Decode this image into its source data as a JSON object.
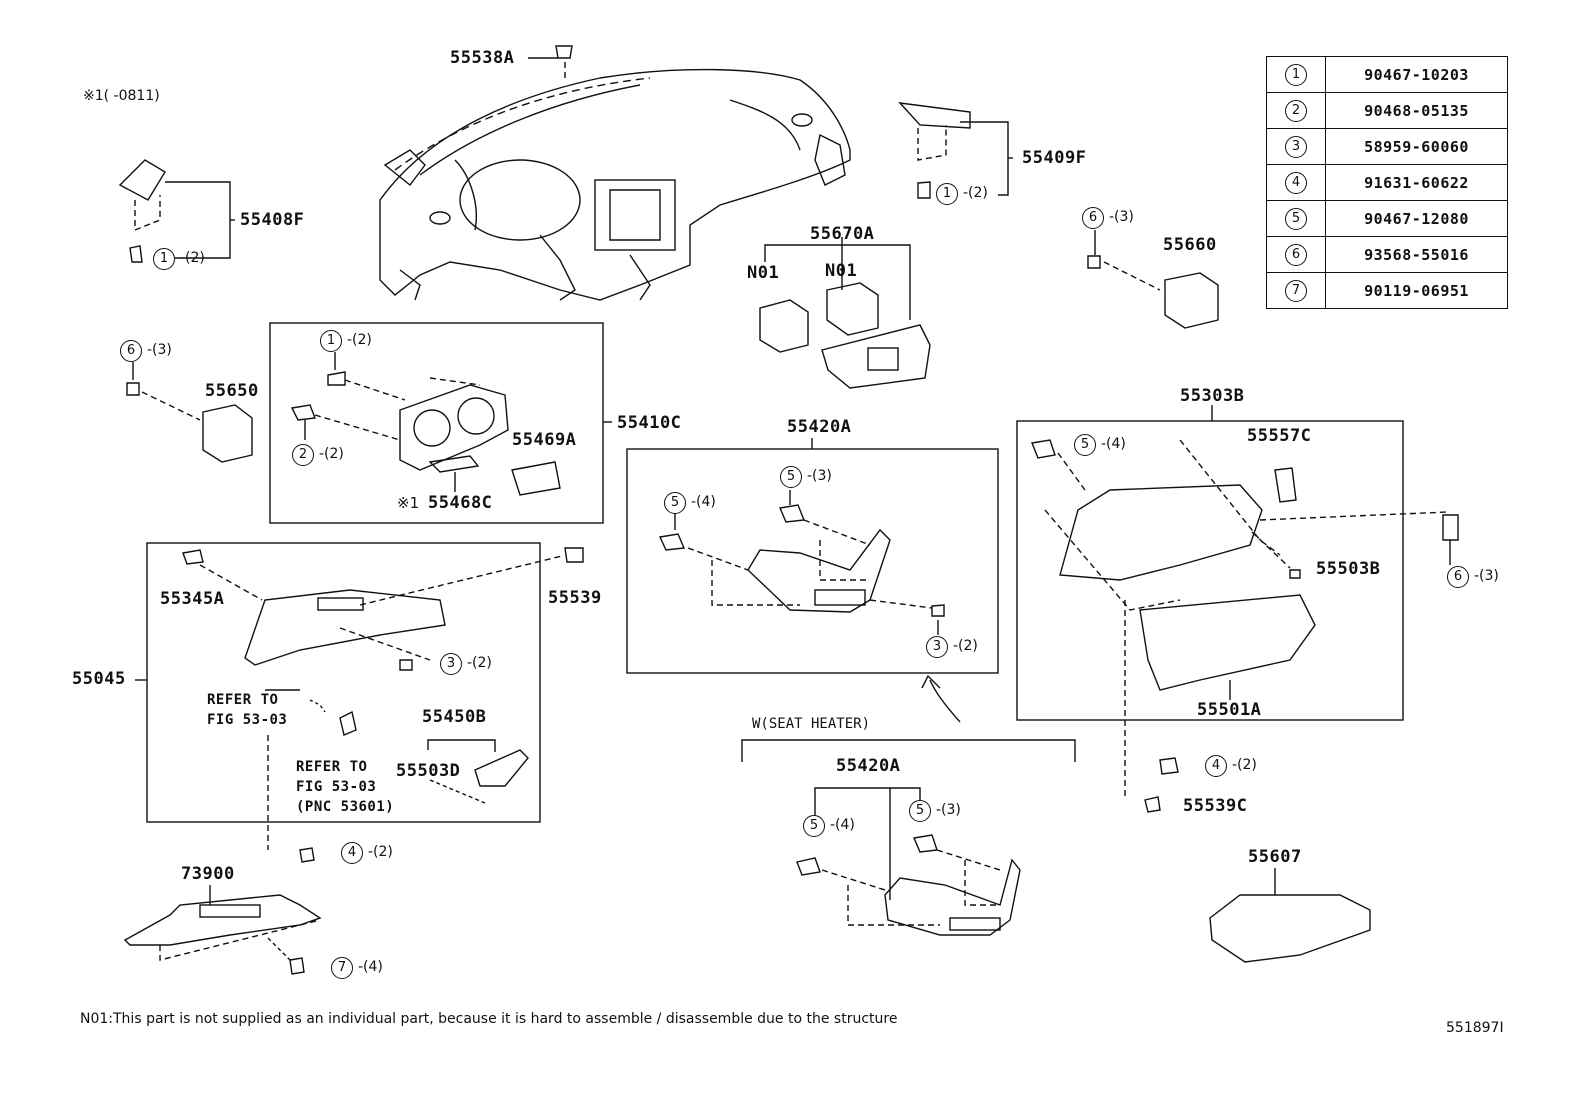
{
  "legend": [
    {
      "key": "1",
      "part": "90467-10203"
    },
    {
      "key": "2",
      "part": "90468-05135"
    },
    {
      "key": "3",
      "part": "58959-60060"
    },
    {
      "key": "4",
      "part": "91631-60622"
    },
    {
      "key": "5",
      "part": "90467-12080"
    },
    {
      "key": "6",
      "part": "93568-55016"
    },
    {
      "key": "7",
      "part": "90119-06951"
    }
  ],
  "note_top_left": "※1(      -0811)",
  "parts": {
    "p55538A": "55538A",
    "p55408F": "55408F",
    "p55409F": "55409F",
    "p55670A": "55670A",
    "n01a": "N01",
    "n01b": "N01",
    "p55660": "55660",
    "p55650": "55650",
    "p55410C": "55410C",
    "p55469A": "55469A",
    "p55468C": "55468C",
    "star1": "※1",
    "p55420A_top": "55420A",
    "p55303B": "55303B",
    "p55557C": "55557C",
    "p55503B": "55503B",
    "p55501A": "55501A",
    "p55345A": "55345A",
    "p55539": "55539",
    "p55045": "55045",
    "refer1a": "REFER TO",
    "refer1b": "FIG 53-03",
    "refer2a": "REFER TO",
    "refer2b": "FIG 53-03",
    "refer2c": "(PNC 53601)",
    "p55450B": "55450B",
    "p55503D": "55503D",
    "seat_heater": "W(SEAT HEATER)",
    "p55420A_bottom": "55420A",
    "p55539C": "55539C",
    "p73900": "73900",
    "p55607": "55607"
  },
  "callouts": {
    "c1a": {
      "n": "1",
      "q": "-(2)"
    },
    "c1b": {
      "n": "1",
      "q": "-(2)"
    },
    "c1c": {
      "n": "1",
      "q": "-(2)"
    },
    "c2a": {
      "n": "2",
      "q": "-(2)"
    },
    "c6a": {
      "n": "6",
      "q": "-(3)"
    },
    "c6b": {
      "n": "6",
      "q": "-(3)"
    },
    "c6c": {
      "n": "6",
      "q": "-(3)"
    },
    "c5a": {
      "n": "5",
      "q": "-(4)"
    },
    "c5b": {
      "n": "5",
      "q": "-(3)"
    },
    "c5c": {
      "n": "5",
      "q": "-(4)"
    },
    "c5d": {
      "n": "5",
      "q": "-(4)"
    },
    "c5e": {
      "n": "5",
      "q": "-(3)"
    },
    "c3a": {
      "n": "3",
      "q": "-(2)"
    },
    "c3b": {
      "n": "3",
      "q": "-(2)"
    },
    "c4a": {
      "n": "4",
      "q": "-(2)"
    },
    "c4b": {
      "n": "4",
      "q": "-(2)"
    },
    "c7a": {
      "n": "7",
      "q": "-(4)"
    }
  },
  "footnote": "N01:This part is not supplied as an individual part, because it is hard to assemble / disassemble due to the structure",
  "figure_id": "551897I"
}
